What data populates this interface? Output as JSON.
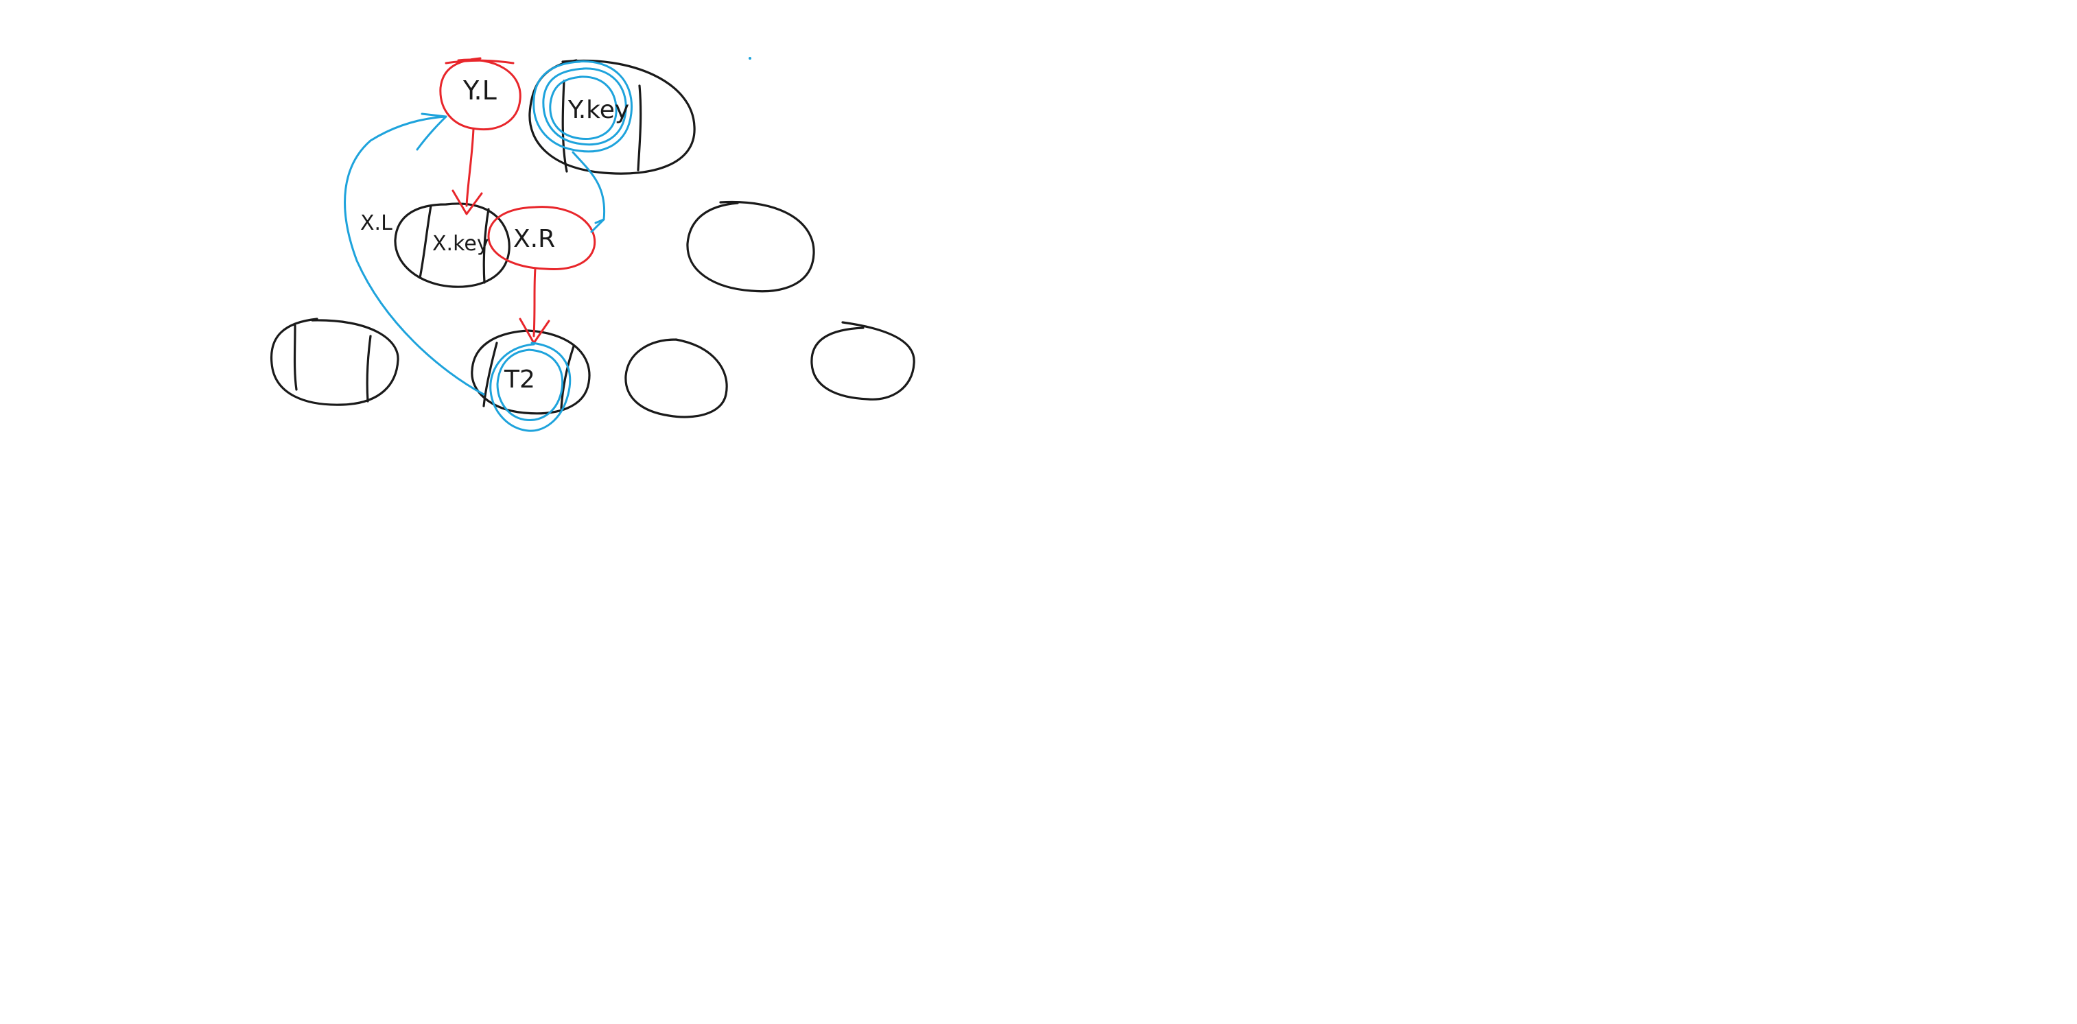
{
  "colors": {
    "background": "#ffffff",
    "black_ink": "#1a1a1a",
    "red_ink": "#e8262b",
    "blue_ink": "#1ea3dc"
  },
  "labels": {
    "y_left": "Y.L",
    "y_key": "Y.key",
    "x_left": "X.L",
    "x_key": "X.key",
    "x_right": "X.R",
    "t2": "T2"
  }
}
